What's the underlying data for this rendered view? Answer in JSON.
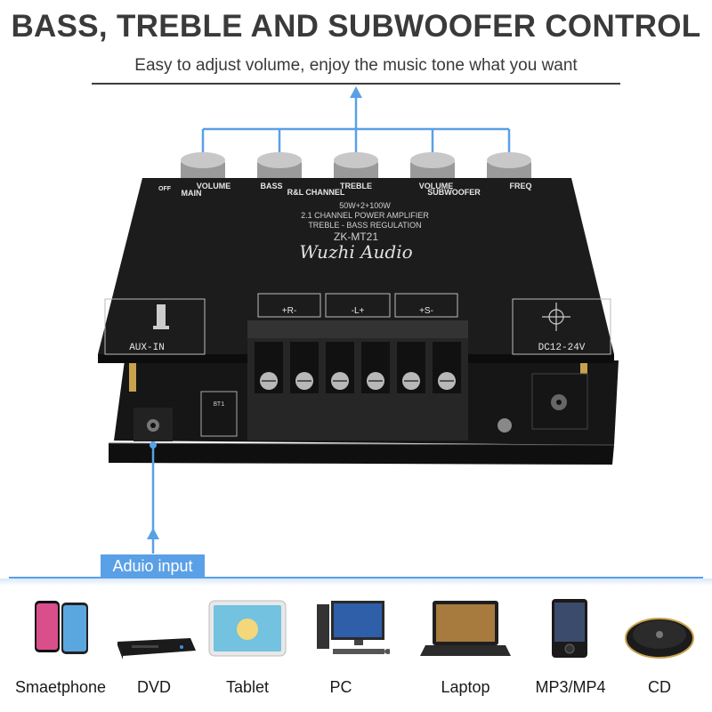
{
  "header": {
    "title": "BASS, TREBLE AND SUBWOOFER CONTROL",
    "subtitle": "Easy to adjust volume, enjoy the music tone what you want"
  },
  "board": {
    "knob_labels": [
      "MAIN",
      "VOLUME",
      "BASS",
      "R&L CHANNEL",
      "TREBLE",
      "VOLUME",
      "SUBWOOFER",
      "FREQ"
    ],
    "off_label": "OFF",
    "brand": "Wuzhi Audio",
    "model": "ZK-MT21",
    "spec_lines": [
      "50W+2+100W",
      "2.1 CHANNEL POWER AMPLIFIER",
      "TREBLE - BASS REGULATION"
    ],
    "channels": [
      "+R-",
      "-L+",
      "+S-"
    ],
    "aux_label": "AUX-IN",
    "dc_label": "DC12-24V",
    "bt_label": "BT1"
  },
  "input_label": "Aduio input",
  "devices": [
    {
      "label": "Smaetphone",
      "icon": "smartphone-icon"
    },
    {
      "label": "DVD",
      "icon": "dvd-player-icon"
    },
    {
      "label": "Tablet",
      "icon": "tablet-icon"
    },
    {
      "label": "PC",
      "icon": "pc-icon"
    },
    {
      "label": "Laptop",
      "icon": "laptop-icon"
    },
    {
      "label": "MP3/MP4",
      "icon": "mp3-player-icon"
    },
    {
      "label": "CD",
      "icon": "cd-player-icon"
    }
  ],
  "colors": {
    "accent": "#5aa0e6",
    "board": "#1c1c1c",
    "heading": "#3a3a3a"
  }
}
